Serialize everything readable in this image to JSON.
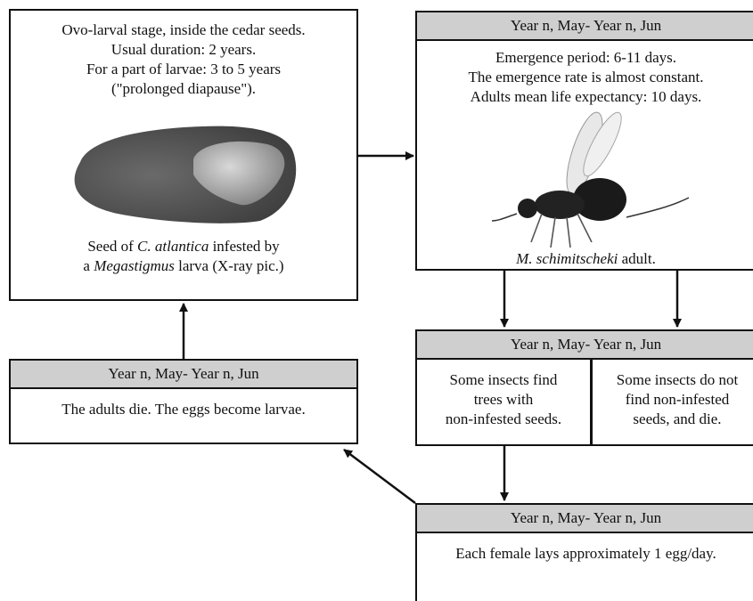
{
  "ovo_box": {
    "lines": [
      "Ovo-larval stage, inside the cedar seeds.",
      "Usual duration: 2 years.",
      "For a part of larvae: 3 to 5 years",
      "(\"prolonged diapause\")."
    ],
    "caption": {
      "p1": "Seed of ",
      "species": "C. atlantica",
      "p2": " infested by",
      "p3": "a ",
      "genus": "Megastigmus",
      "p4": " larva (X-ray pic.)"
    }
  },
  "emergence_box": {
    "header": "Year n, May- Year n, Jun",
    "lines": [
      "Emergence period: 6-11 days.",
      "The emergence rate is almost constant.",
      "Adults mean life expectancy: 10 days."
    ],
    "caption": {
      "species": "M. schimitscheki",
      "rest": " adult."
    }
  },
  "split_box": {
    "header": "Year n, May- Year n, Jun",
    "left": [
      "Some insects find",
      "trees with",
      "non-infested seeds."
    ],
    "right": [
      "Some insects do not",
      "find non-infested",
      "seeds, and die."
    ]
  },
  "lay_box": {
    "header": "Year n, May- Year n, Jun",
    "text": "Each female lays approximately 1 egg/day."
  },
  "die_box": {
    "header": "Year n, May- Year n, Jun",
    "text": "The adults die. The eggs become larvae."
  }
}
